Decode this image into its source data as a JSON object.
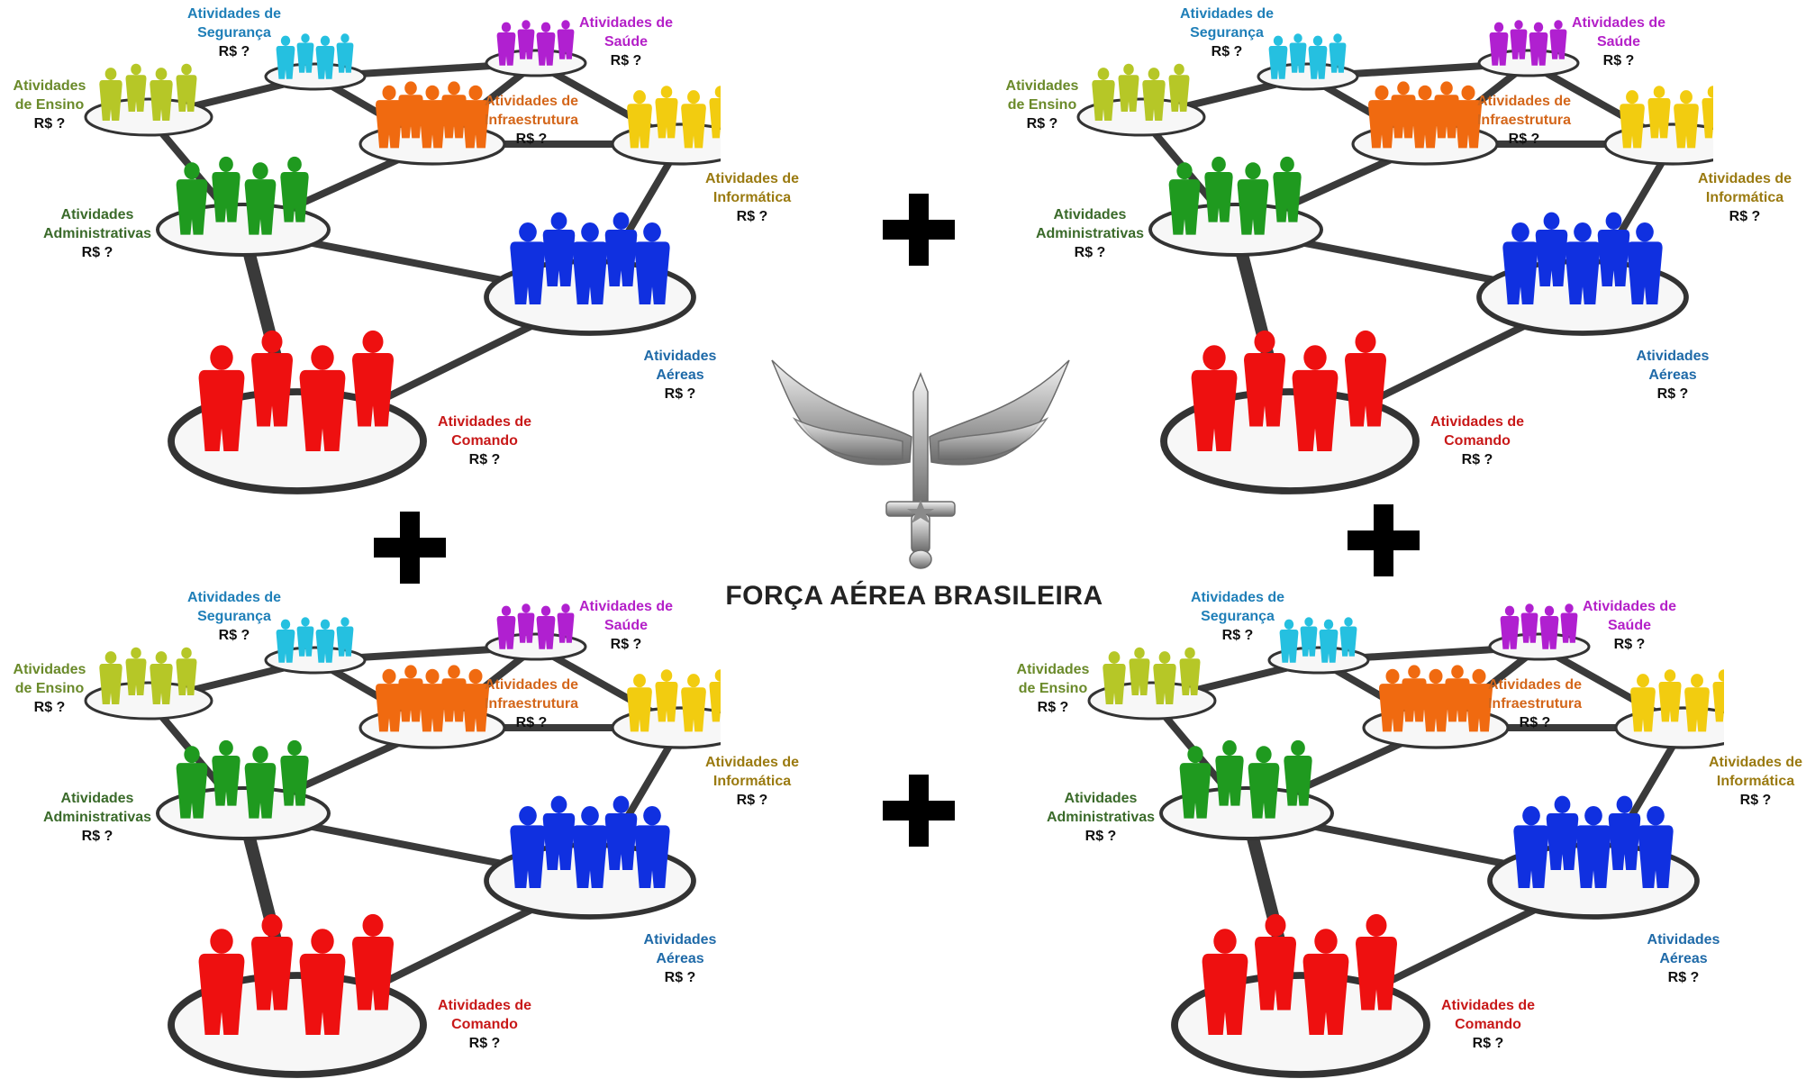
{
  "organization": {
    "title": "FORÇA AÉREA BRASILEIRA",
    "emblem_icon": "winged-sword-emblem-icon"
  },
  "operator_icon": "plus-icon",
  "groups": [
    {
      "key": "ensino",
      "line1": "Atividades",
      "line2": "de Ensino",
      "price": "R$ ?",
      "color": "#b6c727",
      "text_color": "#6a8a2a"
    },
    {
      "key": "seguranca",
      "line1": "Atividades de",
      "line2": "Segurança",
      "price": "R$ ?",
      "color": "#25c0e0",
      "text_color": "#1f7fb8"
    },
    {
      "key": "saude",
      "line1": "Atividades de",
      "line2": "Saúde",
      "price": "R$ ?",
      "color": "#b020d0",
      "text_color": "#b420c8"
    },
    {
      "key": "infraestrutura",
      "line1": "Atividades de",
      "line2": "Infraestrutura",
      "price": "R$ ?",
      "color": "#f06a10",
      "text_color": "#d4661a"
    },
    {
      "key": "informatica",
      "line1": "Atividades de",
      "line2": "Informática",
      "price": "R$ ?",
      "color": "#f2cc10",
      "text_color": "#9a7a10"
    },
    {
      "key": "administrativas",
      "line1": "Atividades",
      "line2": "Administrativas",
      "price": "R$ ?",
      "color": "#1f9a1f",
      "text_color": "#3a6a2a"
    },
    {
      "key": "aereas",
      "line1": "Atividades",
      "line2": "Aéreas",
      "price": "R$ ?",
      "color": "#1030e0",
      "text_color": "#1f6aa8"
    },
    {
      "key": "comando",
      "line1": "Atividades de",
      "line2": "Comando",
      "price": "R$ ?",
      "color": "#ee1010",
      "text_color": "#c81818"
    }
  ]
}
